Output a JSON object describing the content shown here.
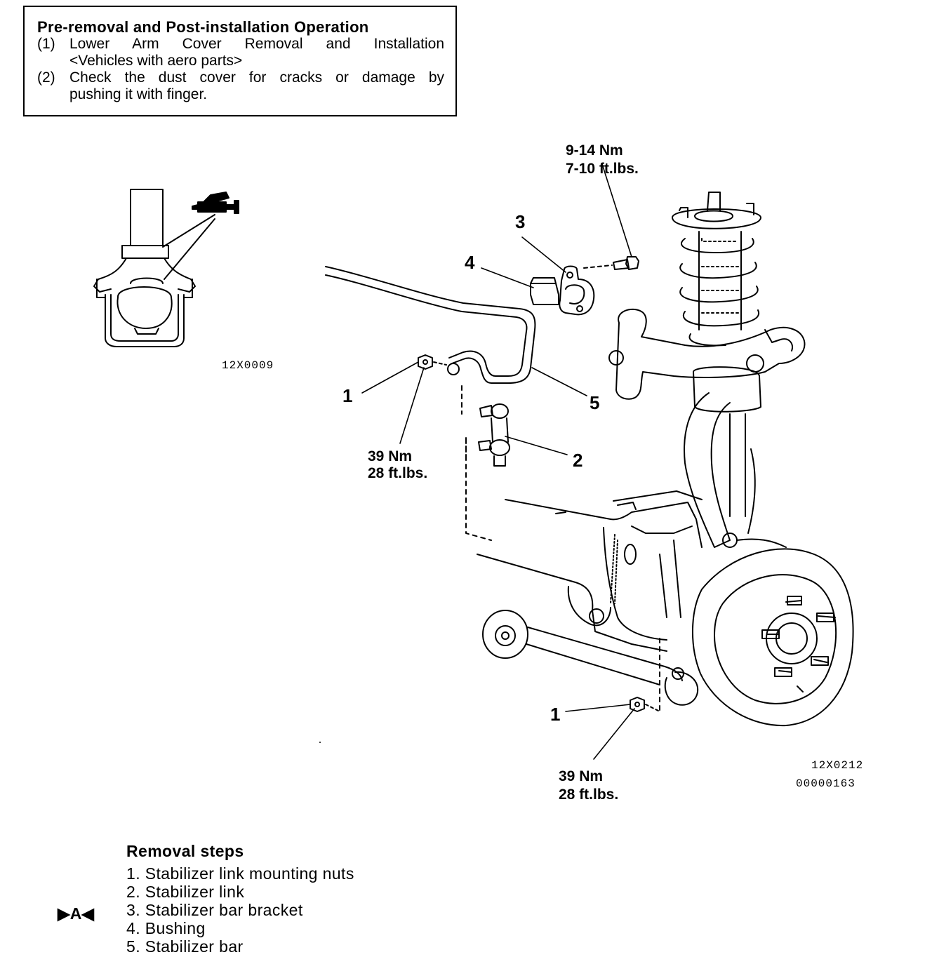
{
  "notice": {
    "title": "Pre-removal and Post-installation Operation",
    "items": [
      {
        "num": "(1)",
        "line1": "Lower Arm Cover Removal and Installation",
        "line2": "<Vehicles with aero parts>"
      },
      {
        "num": "(2)",
        "line1": "Check the dust cover for cracks or damage by",
        "line2": "pushing it with finger."
      }
    ]
  },
  "figure_code_small": "12X0009",
  "figure_code_main": "12X0212",
  "figure_code_id": "00000163",
  "callouts": {
    "c1_top": "1",
    "c1_bottom": "1",
    "c2": "2",
    "c3": "3",
    "c4": "4",
    "c5": "5"
  },
  "torques": {
    "bracket_nm": "9-14 Nm",
    "bracket_ftlbs": "7-10 ft.lbs.",
    "link_top_nm": "39 Nm",
    "link_top_ftlbs": "28 ft.lbs.",
    "link_bottom_nm": "39 Nm",
    "link_bottom_ftlbs": "28 ft.lbs."
  },
  "removal": {
    "title": "Removal steps",
    "marker": "▶A◀",
    "steps": [
      "1. Stabilizer link mounting nuts",
      "2. Stabilizer link",
      "3. Stabilizer bar bracket",
      "4. Bushing",
      "5. Stabilizer bar"
    ]
  }
}
